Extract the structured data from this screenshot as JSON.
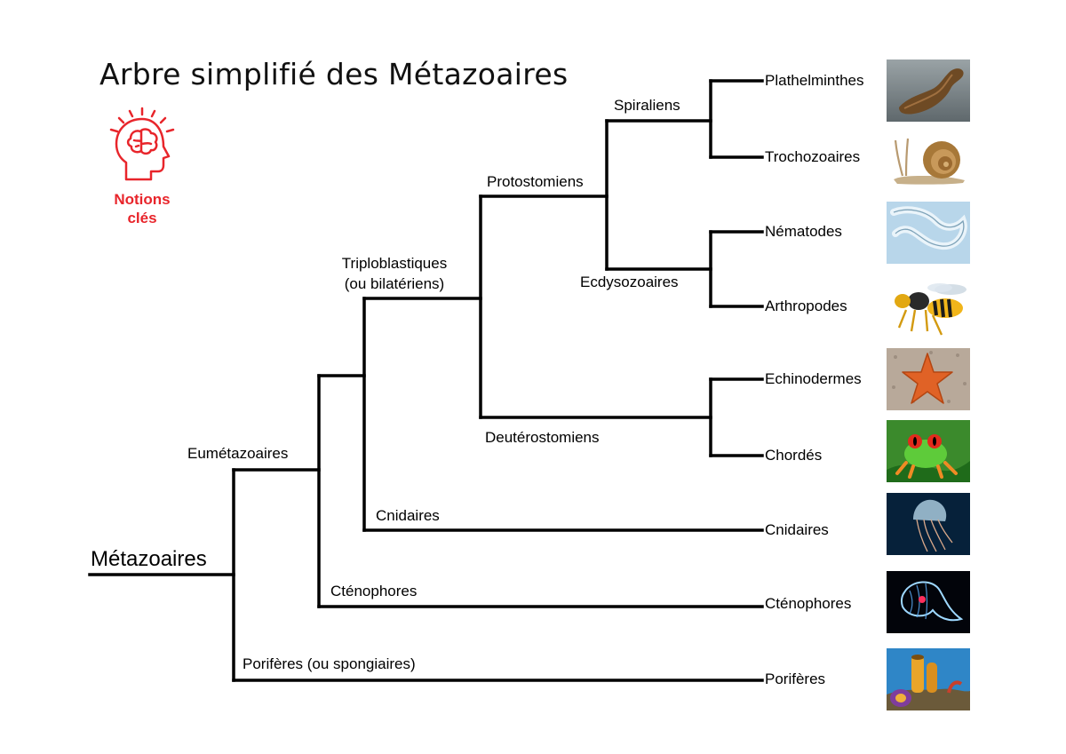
{
  "title": "Arbre simplifié des Métazoaires",
  "notions": {
    "line1": "Notions",
    "line2": "clés"
  },
  "root": "Métazoaires",
  "clades": {
    "eumetazoaires": "Eumétazoaires",
    "triploblastiques_1": "Triploblastiques",
    "triploblastiques_2": "(ou bilatériens)",
    "protostomiens": "Protostomiens",
    "spiraliens": "Spiraliens",
    "ecdysozoaires": "Ecdysozoaires",
    "deuterostomiens": "Deutérostomiens",
    "cnidaires": "Cnidaires",
    "ctenophores": "Cténophores",
    "poriferes": "Porifères (ou spongiaires)"
  },
  "taxa": [
    {
      "label": "Plathelminthes",
      "icon": "flatworm-photo"
    },
    {
      "label": "Trochozoaires",
      "icon": "snail-photo"
    },
    {
      "label": "Nématodes",
      "icon": "nematode-photo"
    },
    {
      "label": "Arthropodes",
      "icon": "wasp-photo"
    },
    {
      "label": "Echinodermes",
      "icon": "starfish-photo"
    },
    {
      "label": "Chordés",
      "icon": "frog-photo"
    },
    {
      "label": "Cnidaires",
      "icon": "jellyfish-photo"
    },
    {
      "label": "Cténophores",
      "icon": "comb-jelly-photo"
    },
    {
      "label": "Porifères",
      "icon": "sponge-photo"
    }
  ],
  "colors": {
    "accent": "#e8252b",
    "line": "#000000"
  }
}
